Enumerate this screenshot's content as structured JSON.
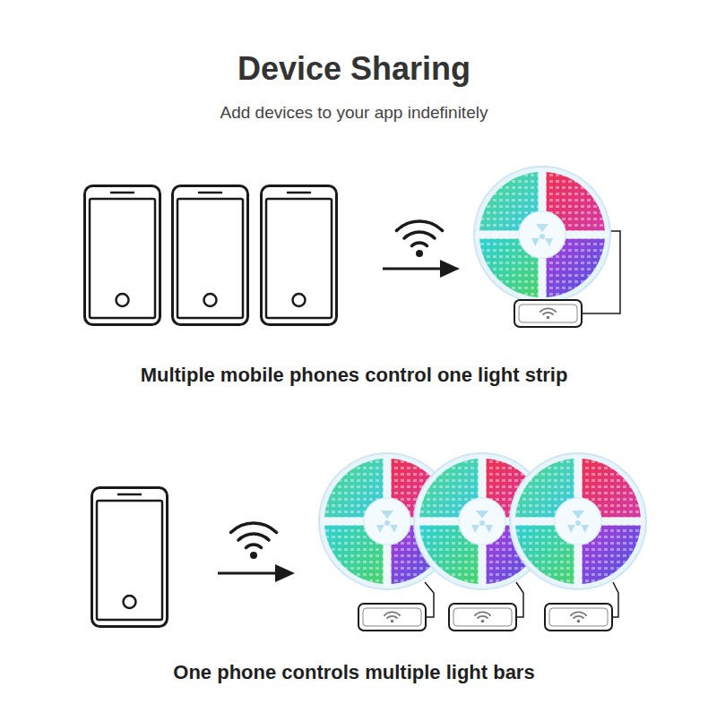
{
  "diagram": {
    "title": "Device Sharing",
    "labels": [
      "Add devices to your app indefinitely",
      "Multiple mobile phones control one light strip",
      "One phone controls multiple light bars"
    ]
  }
}
